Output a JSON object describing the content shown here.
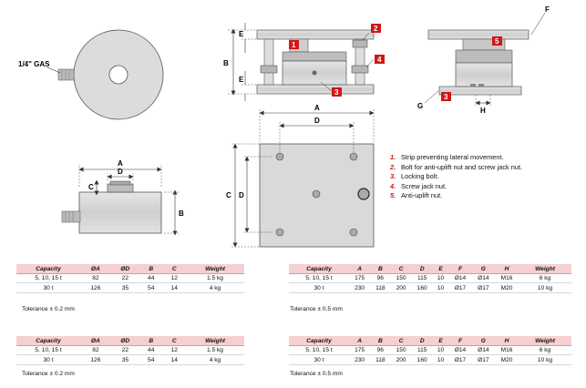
{
  "drawing": {
    "gas_label": "1/4\" GAS",
    "dims": {
      "A": "A",
      "B": "B",
      "C": "C",
      "D": "D",
      "E": "E",
      "F": "F",
      "G": "G",
      "H": "H"
    },
    "callouts": [
      "1",
      "2",
      "3",
      "4",
      "5"
    ],
    "colors": {
      "callout_red": "#d01818",
      "header_pink": "#f6d0d0"
    }
  },
  "notes": [
    {
      "num": "1.",
      "text": "Strip preventing lateral movement."
    },
    {
      "num": "2.",
      "text": "Bolt for anti-uplift nut and screw jack nut."
    },
    {
      "num": "3.",
      "text": "Locking bolt."
    },
    {
      "num": "4.",
      "text": "Screw jack nut."
    },
    {
      "num": "5.",
      "text": "Anti-uplift nut."
    }
  ],
  "table_small": {
    "headers": [
      "Capacity",
      "ØA",
      "ØD",
      "B",
      "C",
      "Weight"
    ],
    "rows": [
      [
        "5, 10, 15 t",
        "82",
        "22",
        "44",
        "12",
        "1.5 kg"
      ],
      [
        "30 t",
        "126",
        "35",
        "54",
        "14",
        "4 kg"
      ]
    ],
    "tolerance": "Tolerance ± 0.2 mm"
  },
  "table_large": {
    "headers": [
      "Capacity",
      "A",
      "B",
      "C",
      "D",
      "E",
      "F",
      "G",
      "H",
      "Weight"
    ],
    "rows": [
      [
        "5, 10, 15 t",
        "175",
        "96",
        "150",
        "115",
        "10",
        "Ø14",
        "Ø14",
        "M16",
        "6 kg"
      ],
      [
        "30 t",
        "230",
        "118",
        "200",
        "160",
        "10",
        "Ø17",
        "Ø17",
        "M20",
        "10 kg"
      ]
    ],
    "tolerance": "Tolerance ± 0.5 mm"
  }
}
